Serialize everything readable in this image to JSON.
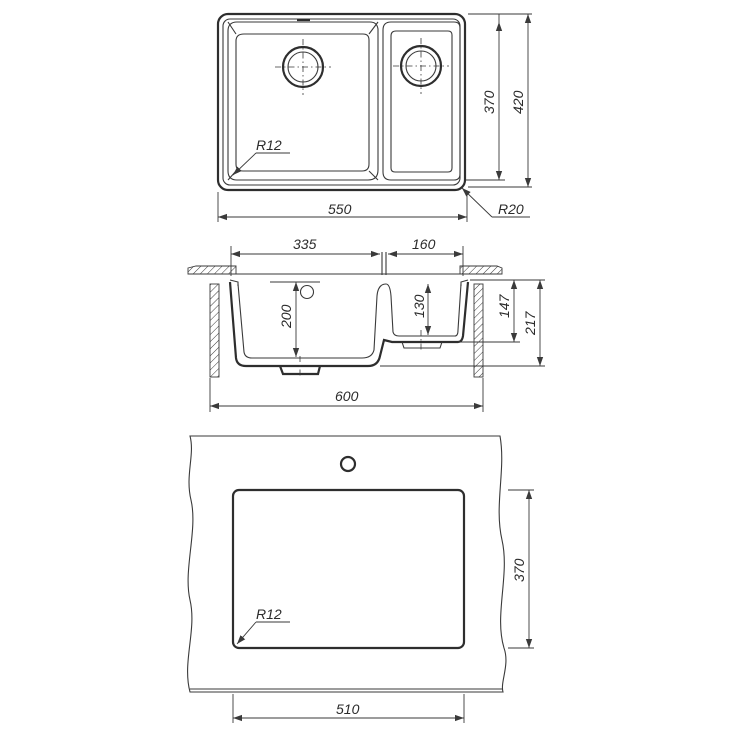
{
  "top_view": {
    "width_label": "550",
    "depth_label": "420",
    "bowl_depth_label": "370",
    "corner_outer_label": "R20",
    "corner_inner_label": "R12"
  },
  "section_view": {
    "main_bowl_width_label": "335",
    "small_bowl_width_label": "160",
    "main_bowl_depth_label": "200",
    "small_bowl_depth_label": "130",
    "depth_147_label": "147",
    "overall_height_label": "217",
    "cabinet_width_label": "600"
  },
  "cutout_view": {
    "cutout_width_label": "510",
    "cutout_depth_label": "370",
    "corner_label": "R12"
  }
}
